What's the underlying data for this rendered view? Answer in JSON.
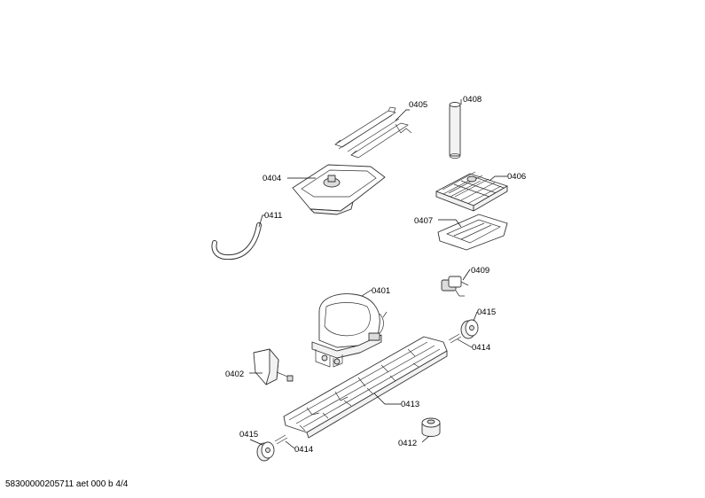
{
  "parts": [
    {
      "id": "0405"
    },
    {
      "id": "0408"
    },
    {
      "id": "0404"
    },
    {
      "id": "0406"
    },
    {
      "id": "0411"
    },
    {
      "id": "0407"
    },
    {
      "id": "0409"
    },
    {
      "id": "0401"
    },
    {
      "id": "0415"
    },
    {
      "id": "0414"
    },
    {
      "id": "0402"
    },
    {
      "id": "0413"
    },
    {
      "id": "0415"
    },
    {
      "id": "0414"
    },
    {
      "id": "0412"
    }
  ],
  "footer": "58300000205711 aet 000 b 4/4"
}
